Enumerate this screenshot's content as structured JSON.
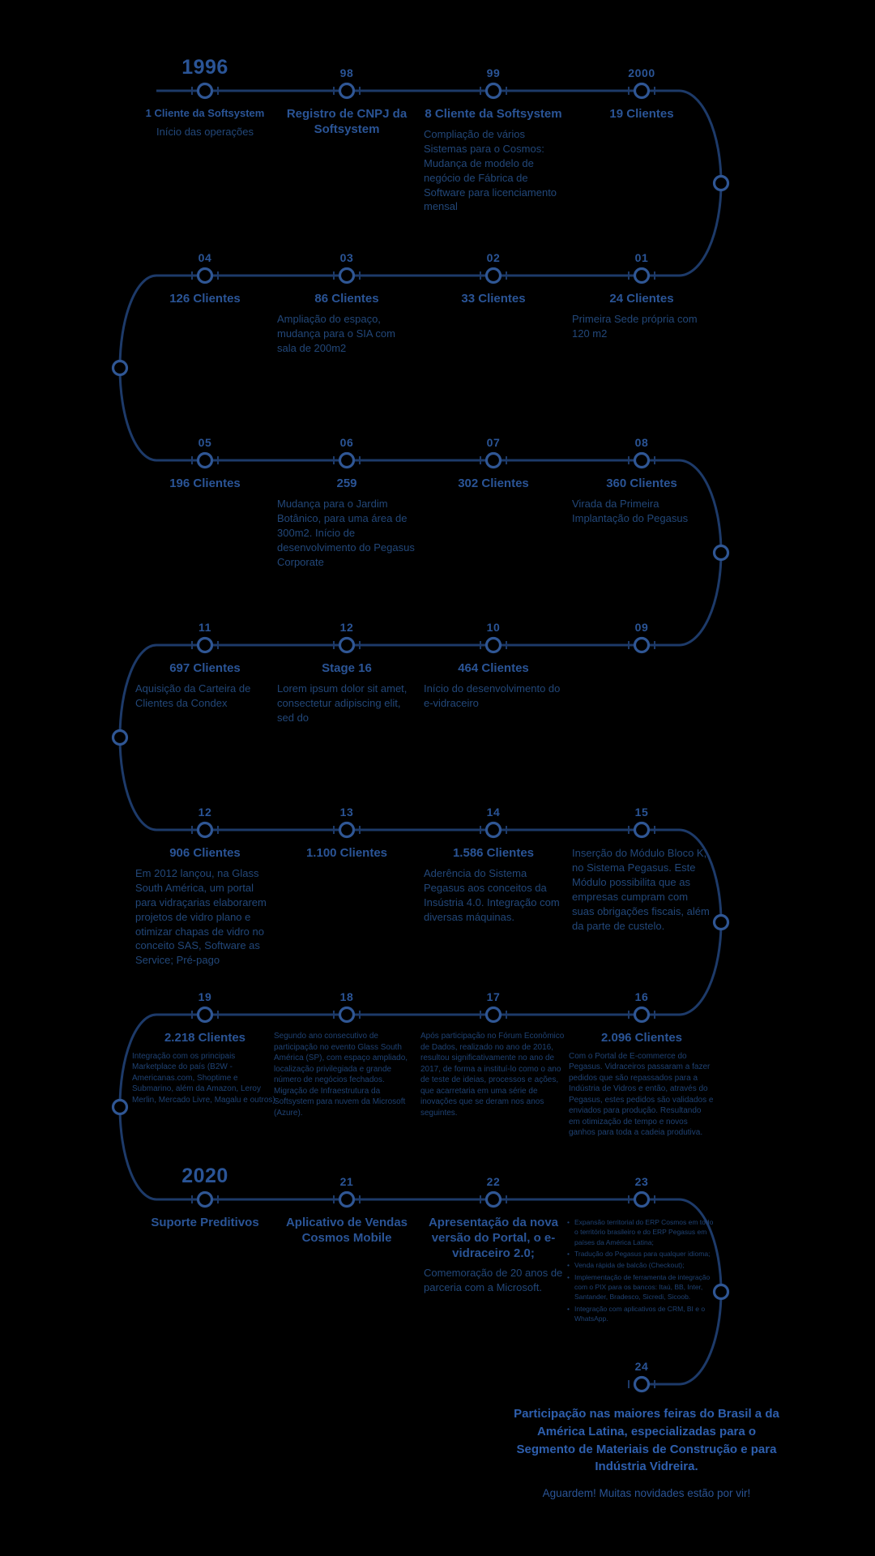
{
  "colors": {
    "background": "#000000",
    "line": "#1d3a69",
    "ring": "#2f5694",
    "year": "#2a5496",
    "title": "#2a5496",
    "text": "#224779",
    "small": "#1f4273",
    "footer": "#2e5fae"
  },
  "timeline": {
    "rows": [
      {
        "nodes": [
          {
            "year": "1996",
            "title": "1 Cliente da Softsystem",
            "description": "Início das operações"
          },
          {
            "year": "98",
            "title": "Registro de CNPJ da Softsystem",
            "description": ""
          },
          {
            "year": "99",
            "title": "8 Cliente da Softsystem",
            "description": "Compliação de vários Sistemas para o Cosmos: Mudança de modelo de negócio de Fábrica de Software para licenciamento mensal"
          },
          {
            "year": "2000",
            "title": "19 Clientes",
            "description": ""
          }
        ]
      },
      {
        "nodes": [
          {
            "year": "04",
            "title": "126 Clientes",
            "description": ""
          },
          {
            "year": "03",
            "title": "86 Clientes",
            "description": "Ampliação do espaço, mudança para o SIA com sala de 200m2"
          },
          {
            "year": "02",
            "title": "33 Clientes",
            "description": ""
          },
          {
            "year": "01",
            "title": "24 Clientes",
            "description": "Primeira Sede própria com 120 m2"
          }
        ]
      },
      {
        "nodes": [
          {
            "year": "05",
            "title": "196 Clientes",
            "description": ""
          },
          {
            "year": "06",
            "title": "259",
            "description": "Mudança para o Jardim Botânico, para uma área de 300m2. Início de desenvolvimento do Pegasus Corporate"
          },
          {
            "year": "07",
            "title": "302 Clientes",
            "description": ""
          },
          {
            "year": "08",
            "title": "360 Clientes",
            "description": "Virada da Primeira Implantação do Pegasus"
          }
        ]
      },
      {
        "nodes": [
          {
            "year": "11",
            "title": "697 Clientes",
            "description": "Aquisição da Carteira de Clientes da Condex"
          },
          {
            "year": "12",
            "title": "Stage 16",
            "description": "Lorem ipsum dolor sit amet, consectetur adipiscing elit, sed do"
          },
          {
            "year": "10",
            "title": "464 Clientes",
            "description": "Início do desenvolvimento do e-vidraceiro"
          },
          {
            "year": "09",
            "title": "",
            "description": ""
          }
        ]
      },
      {
        "nodes": [
          {
            "year": "12",
            "title": "906 Clientes",
            "description": "Em 2012 lançou, na Glass South América, um portal para vidraçarias elaborarem projetos de vidro plano e otimizar chapas de vidro no conceito SAS, Software as Service; Pré-pago"
          },
          {
            "year": "13",
            "title": "1.100 Clientes",
            "description": ""
          },
          {
            "year": "14",
            "title": "1.586 Clientes",
            "description": "Aderência do Sistema Pegasus aos conceitos da Insústria 4.0. Integração com diversas máquinas."
          },
          {
            "year": "15",
            "title": "",
            "description": "Inserção do Módulo Bloco K, no Sistema Pegasus. Este Módulo possibilita que as empresas cumpram com suas obrigações fiscais, além da parte de custelo."
          }
        ]
      },
      {
        "nodes": [
          {
            "year": "19",
            "title": "2.218 Clientes",
            "description": "Integração com os principais Marketplace do país (B2W - Americanas.com, Shoptime e Submarino, além da Amazon, Leroy Merlin, Mercado Livre, Magalu e outros)."
          },
          {
            "year": "18",
            "title": "",
            "description": "Segundo ano consecutivo de participação no evento Glass South América (SP), com espaço ampliado, localização privilegiada e grande número de negócios fechados. Migração de Infraestrutura da Softsystem para nuvem da Microsoft (Azure)."
          },
          {
            "year": "17",
            "title": "",
            "description": "Após participação no Fórum Econômico de Dados, realizado no ano de 2016, resultou significativamente no ano de 2017, de forma a instituí-lo como o ano de teste de ideias, processos e ações, que acarretaria em uma série de inovações que se deram nos anos seguintes."
          },
          {
            "year": "16",
            "title": "2.096 Clientes",
            "description": "Com o Portal de E-commerce do Pegasus. Vidraceiros passaram a fazer pedidos que são repassados para a Indústria de Vidros e então, através do Pegasus, estes pedidos são validados e enviados para produção. Resultando em otimização de tempo e novos ganhos para toda a cadeia produtiva."
          }
        ]
      },
      {
        "nodes": [
          {
            "year": "2020",
            "title": "Suporte Preditivos",
            "description": ""
          },
          {
            "year": "21",
            "title": "Aplicativo de Vendas Cosmos Mobile",
            "description": ""
          },
          {
            "year": "22",
            "title": "Apresentação da nova versão do Portal, o e-vidraceiro 2.0;",
            "description": "Comemoração de 20 anos de parceria com a Microsoft."
          },
          {
            "year": "23",
            "title": "",
            "description": "",
            "bullets": [
              "Expansão territorial do ERP Cosmos em todo o território brasileiro e do ERP Pegasus em países da América Latina;",
              "Tradução do Pegasus para qualquer idioma;",
              "Venda rápida de balcão (Checkout);",
              "Implementação de ferramenta de integração com o PIX para os bancos: Itaú, BB, Inter, Santander, Bradesco, Sicredi, Sicoob.",
              "Integração com aplicativos de CRM, BI e o WhatsApp."
            ]
          }
        ]
      }
    ],
    "final_node": {
      "year": "24"
    },
    "footer": {
      "headline": "Participação nas maiores feiras do Brasil a da América Latina, especializadas para o Segmento de Materiais de Construção e para Indústria Vidreira.",
      "subline": "Aguardem! Muitas novidades estão por vir!"
    }
  }
}
